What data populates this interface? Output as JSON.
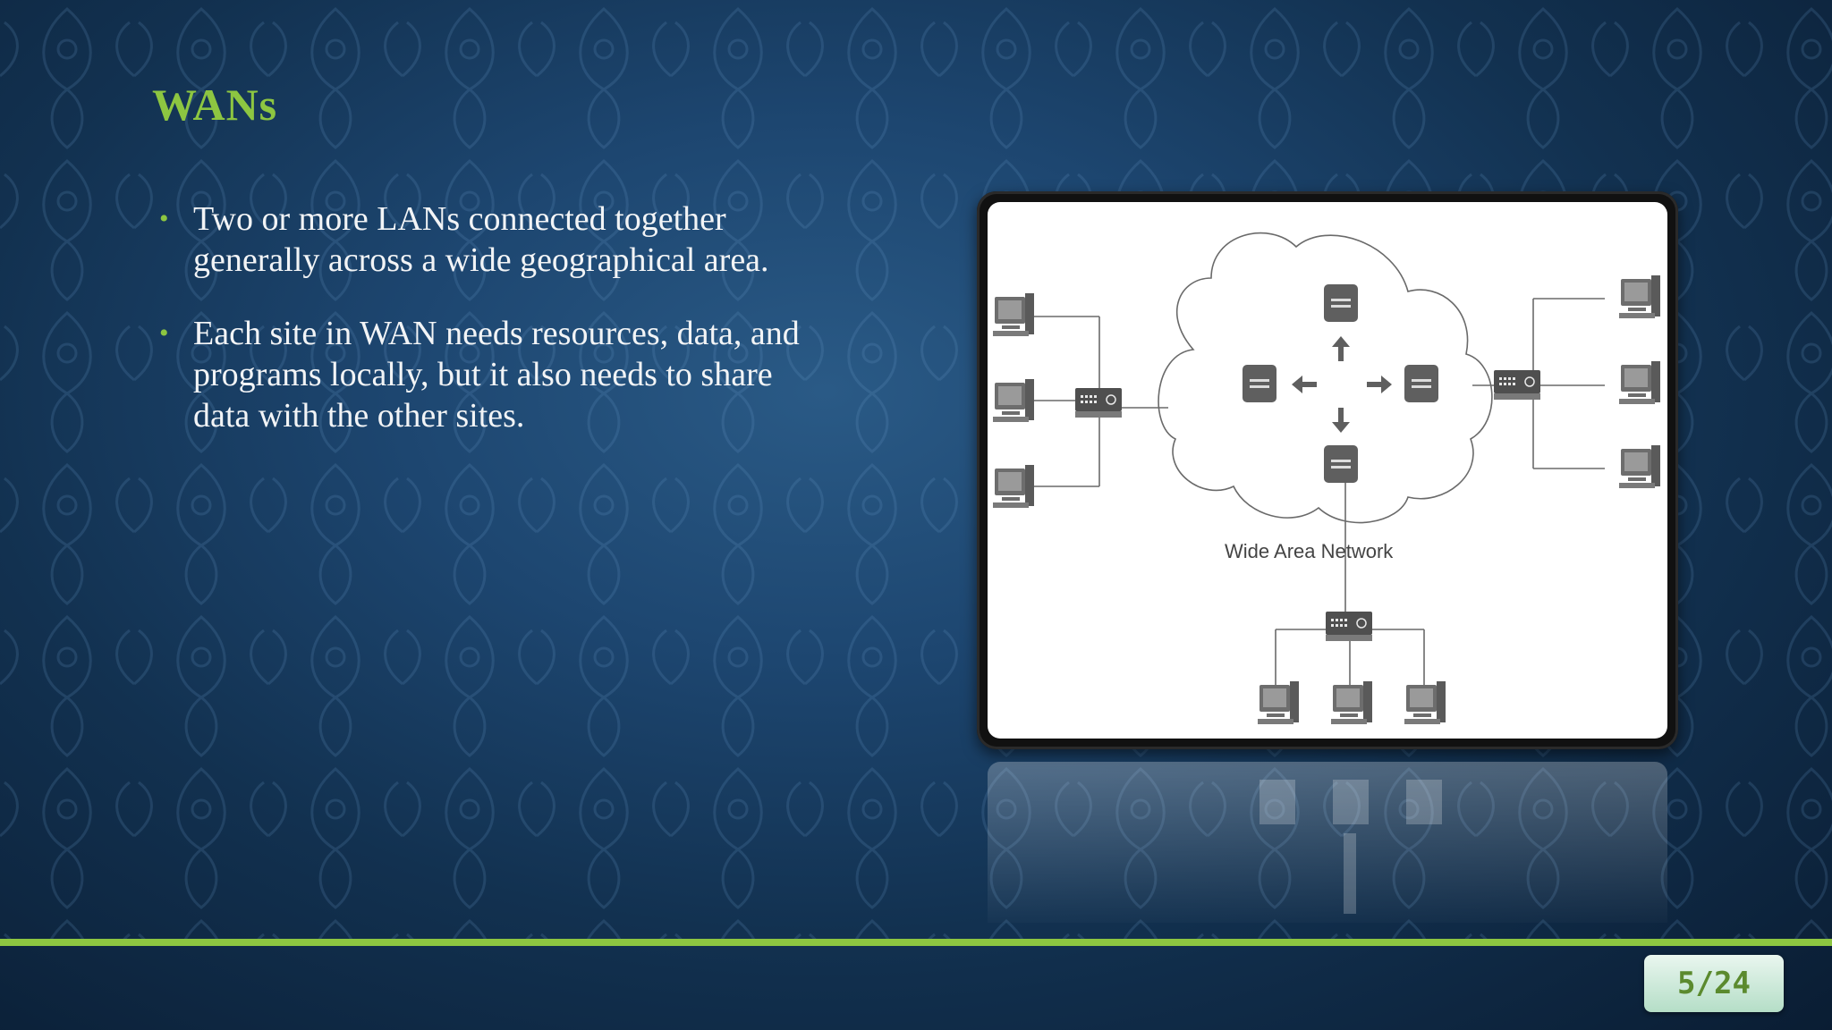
{
  "slide": {
    "title": "WANs",
    "bullets": [
      "Two or more LANs connected together generally across a wide geographical area.",
      "Each site in WAN needs resources, data, and programs locally, but it also needs to share data with the other sites."
    ],
    "bullet_glyph": "•",
    "page_indicator": "5/24"
  },
  "diagram": {
    "cloud_label": "Wide Area Network"
  },
  "colors": {
    "accent": "#8dc641",
    "background": "#1d4670",
    "text": "#f2f4f6"
  }
}
